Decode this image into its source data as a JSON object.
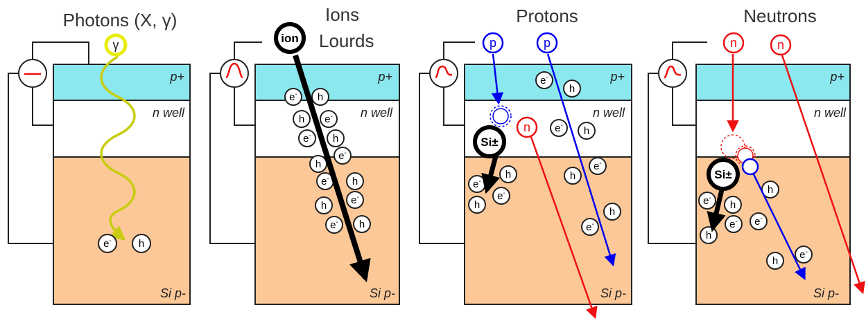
{
  "panels": [
    {
      "title": "Photons (X, γ)",
      "particle": "γ"
    },
    {
      "title_line1": "Ions",
      "title_line2": "Lourds",
      "particle": "ion"
    },
    {
      "title": "Protons",
      "particle": "p",
      "recoil": "Si±",
      "secondary": "n"
    },
    {
      "title": "Neutrons",
      "particle": "n",
      "recoil": "Si±"
    }
  ],
  "regions": {
    "p_plus": "p+",
    "n_well": "n well",
    "substrate": "Si p-"
  },
  "carriers": {
    "electron": "e-",
    "hole": "h"
  },
  "colors": {
    "p_plus": "#8be8ee",
    "substrate": "#fcc898",
    "photon": "#c8cc10",
    "proton": "#0000ee",
    "neutron": "#ee1111",
    "ion": "#000000"
  }
}
